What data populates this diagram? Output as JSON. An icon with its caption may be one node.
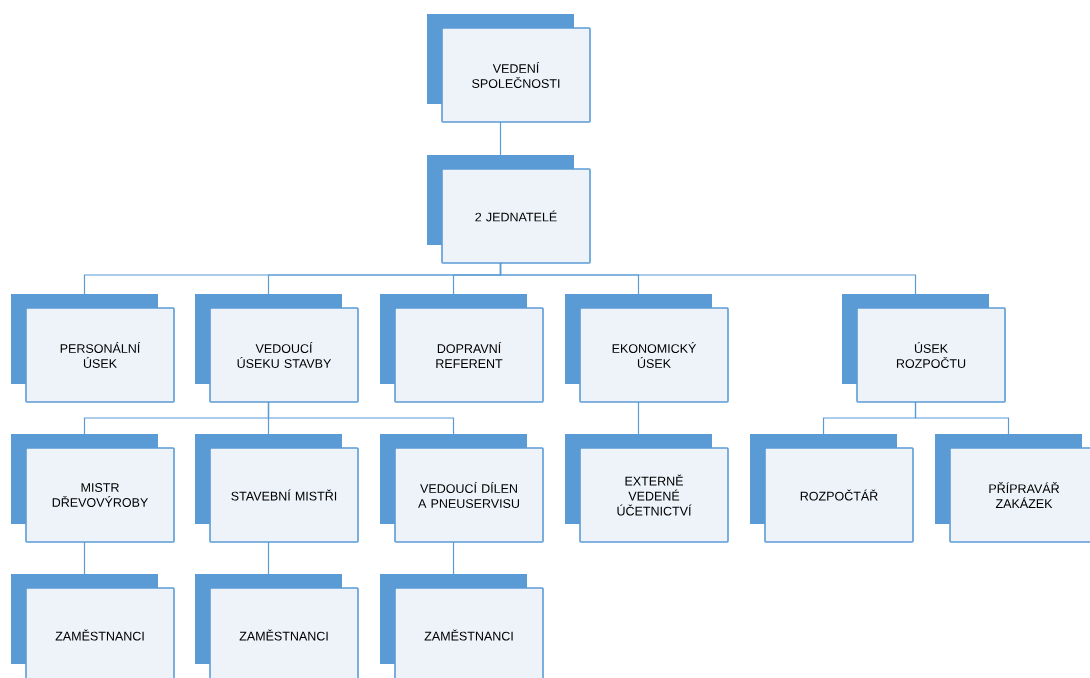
{
  "diagram": {
    "nodes": [
      {
        "text": [
          "VEDENÍ SPOLEČNOSTI"
        ]
      },
      {
        "text": [
          "2 JEDNATELÉ"
        ]
      },
      {
        "text": [
          "PERSONÁLNÍ ÚSEK"
        ]
      },
      {
        "text": [
          "VEDOUCÍ ÚSEKU STAVBY"
        ]
      },
      {
        "text": [
          "DOPRAVNÍ REFERENT"
        ]
      },
      {
        "text": [
          "EKONOMICKÝ ÚSEK"
        ]
      },
      {
        "text": [
          "ÚSEK ROZPOČTU"
        ]
      },
      {
        "text": [
          "MISTR DŘEVOVÝROBY"
        ]
      },
      {
        "text": [
          "STAVEBNÍ MISTŘI"
        ]
      },
      {
        "text": [
          "VEDOUCÍ DÍLEN A PNEUSERVISU"
        ]
      },
      {
        "text": [
          "EXTERNĚ VEDENÉ ÚČETNICTVÍ"
        ]
      },
      {
        "text": [
          "ROZPOČTÁŘ"
        ]
      },
      {
        "text": [
          "PŘÍPRAVÁŘ ZAKÁZEK"
        ]
      },
      {
        "text": [
          "ZAMĚSTNANCI"
        ]
      },
      {
        "text": [
          "ZAMĚSTNANCI"
        ]
      },
      {
        "text": [
          "ZAMĚSTNANCI"
        ]
      }
    ],
    "edges": [
      {
        "from": 0,
        "to": 1,
        "arrow": "none"
      },
      {
        "from": 1,
        "to": 2,
        "arrow": "none"
      },
      {
        "from": 1,
        "to": 3,
        "arrow": "none"
      },
      {
        "from": 1,
        "to": 4,
        "arrow": "none"
      },
      {
        "from": 1,
        "to": 5,
        "arrow": "none"
      },
      {
        "from": 1,
        "to": 6,
        "arrow": "none"
      },
      {
        "from": 3,
        "to": 7,
        "arrow": "none"
      },
      {
        "from": 3,
        "to": 8,
        "arrow": "none"
      },
      {
        "from": 3,
        "to": 9,
        "arrow": "none"
      },
      {
        "from": 5,
        "to": 10,
        "arrow": "none"
      },
      {
        "from": 6,
        "to": 11,
        "arrow": "none"
      },
      {
        "from": 6,
        "to": 12,
        "arrow": "none"
      },
      {
        "from": 7,
        "to": 13,
        "arrow": "none"
      },
      {
        "from": 8,
        "to": 14,
        "arrow": "none"
      },
      {
        "from": 9,
        "to": 15,
        "arrow": "none"
      }
    ]
  }
}
